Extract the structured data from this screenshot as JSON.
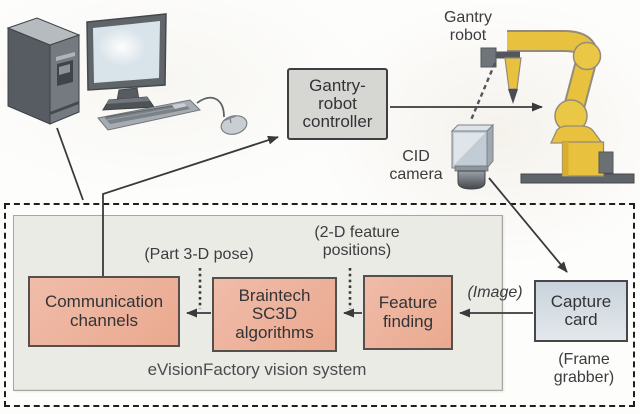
{
  "colors": {
    "process_box_pink": "#ecae9b",
    "controller_box_gray": "#d6d6d3",
    "capture_card_blue": "#cdd6dd",
    "panel_fill": "#ebebe6",
    "robot_yellow": "#e8c13f",
    "connector_line": "#3a3a3d"
  },
  "labels": {
    "gantry_robot": [
      "Gantry",
      "robot"
    ],
    "cid_camera": [
      "CID",
      "camera"
    ],
    "part_pose": "(Part 3-D pose)",
    "feature_positions": [
      "(2-D feature",
      "positions)"
    ],
    "image": "(Image)",
    "frame_grabber": [
      "(Frame",
      "grabber)"
    ],
    "caption": "eVisionFactory vision system"
  },
  "boxes": {
    "controller": [
      "Gantry-",
      "robot",
      "controller"
    ],
    "communication": [
      "Communication",
      "channels"
    ],
    "braintech": [
      "Braintech",
      "SC3D",
      "algorithms"
    ],
    "feature_finding": [
      "Feature",
      "finding"
    ],
    "capture_card": [
      "Capture",
      "card"
    ]
  }
}
